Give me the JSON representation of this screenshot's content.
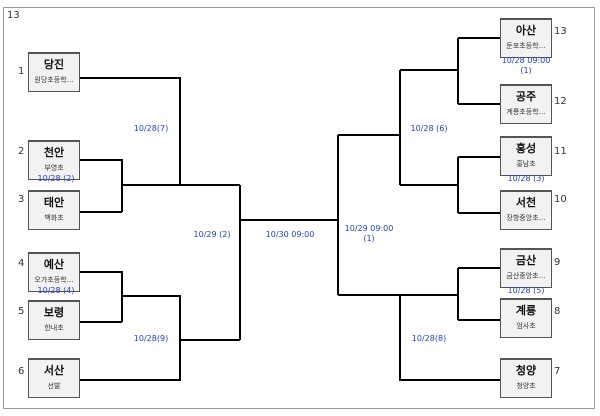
{
  "corner_number": "13",
  "teams": [
    {
      "name": "당진",
      "school": "원당초등학…",
      "seed": "1"
    },
    {
      "name": "천안",
      "school": "부영초",
      "seed": "2"
    },
    {
      "name": "태안",
      "school": "백화초",
      "seed": "3"
    },
    {
      "name": "예산",
      "school": "오가초등학…",
      "seed": "4"
    },
    {
      "name": "보령",
      "school": "한내초",
      "seed": "5"
    },
    {
      "name": "서산",
      "school": "선발",
      "seed": "6"
    },
    {
      "name": "아산",
      "school": "둔포초등학…",
      "seed": "13"
    },
    {
      "name": "공주",
      "school": "계룡초등학…",
      "seed": "12"
    },
    {
      "name": "홍성",
      "school": "홍남초",
      "seed": "11"
    },
    {
      "name": "서천",
      "school": "장항중앙초…",
      "seed": "10"
    },
    {
      "name": "금산",
      "school": "금산중앙초…",
      "seed": "9"
    },
    {
      "name": "계룡",
      "school": "엄사초",
      "seed": "8"
    },
    {
      "name": "청양",
      "school": "청양초",
      "seed": "7"
    }
  ],
  "matches": [
    {
      "line1": "10/28 (2)"
    },
    {
      "line1": "10/28 (4)"
    },
    {
      "line1": "10/28(7)"
    },
    {
      "line1": "10/28(9)"
    },
    {
      "line1": "10/29 (2)"
    },
    {
      "line1": "10/30 09:00"
    },
    {
      "line1": "10/29 09:00",
      "line2": "(1)"
    },
    {
      "line1": "10/28 (6)"
    },
    {
      "line1": "10/28(8)"
    },
    {
      "line1": "10/28 09:00",
      "line2": "(1)"
    },
    {
      "line1": "10/28 (3)"
    },
    {
      "line1": "10/28 (5)"
    }
  ]
}
